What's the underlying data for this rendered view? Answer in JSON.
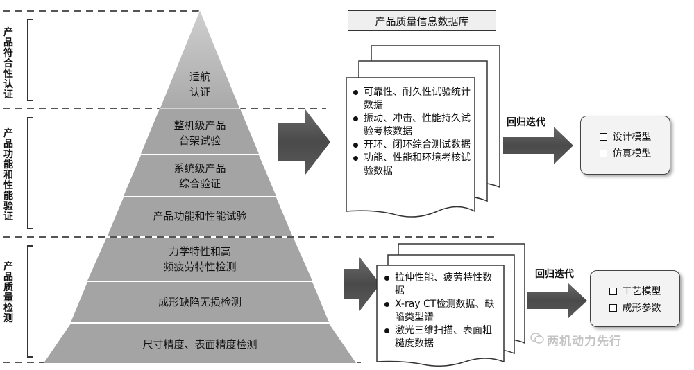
{
  "side_labels": [
    "产品符合性认证",
    "产品功能和性能验证",
    "产品质量检测"
  ],
  "pyramid_levels": [
    {
      "lines": [
        "适航",
        "认证"
      ]
    },
    {
      "lines": [
        "整机级产品",
        "台架试验"
      ]
    },
    {
      "lines": [
        "系统级产品",
        "综合验证"
      ]
    },
    {
      "lines": [
        "产品功能和性能试验"
      ]
    },
    {
      "lines": [
        "力学特性和高",
        "频疲劳特性检测"
      ]
    },
    {
      "lines": [
        "成形缺陷无损检测"
      ]
    },
    {
      "lines": [
        "尺寸精度、表面精度检测"
      ]
    }
  ],
  "database_title": "产品质量信息数据库",
  "upper_docs": [
    "可靠性、耐久性试验统计数据",
    "振动、冲击、性能持久试验考核数据",
    "开环、闭环综合测试数据",
    "功能、性能和环境考核试验数据"
  ],
  "lower_docs": [
    "拉伸性能、疲劳特性数据",
    "X-ray CT检测数据、缺陷类型谱",
    "激光三维扫描、表面粗糙度数据"
  ],
  "iteration_label": "回归迭代",
  "upper_models": [
    "设计模型",
    "仿真模型"
  ],
  "lower_models": [
    "工艺模型",
    "成形参数"
  ],
  "watermark": "两机动力先行"
}
